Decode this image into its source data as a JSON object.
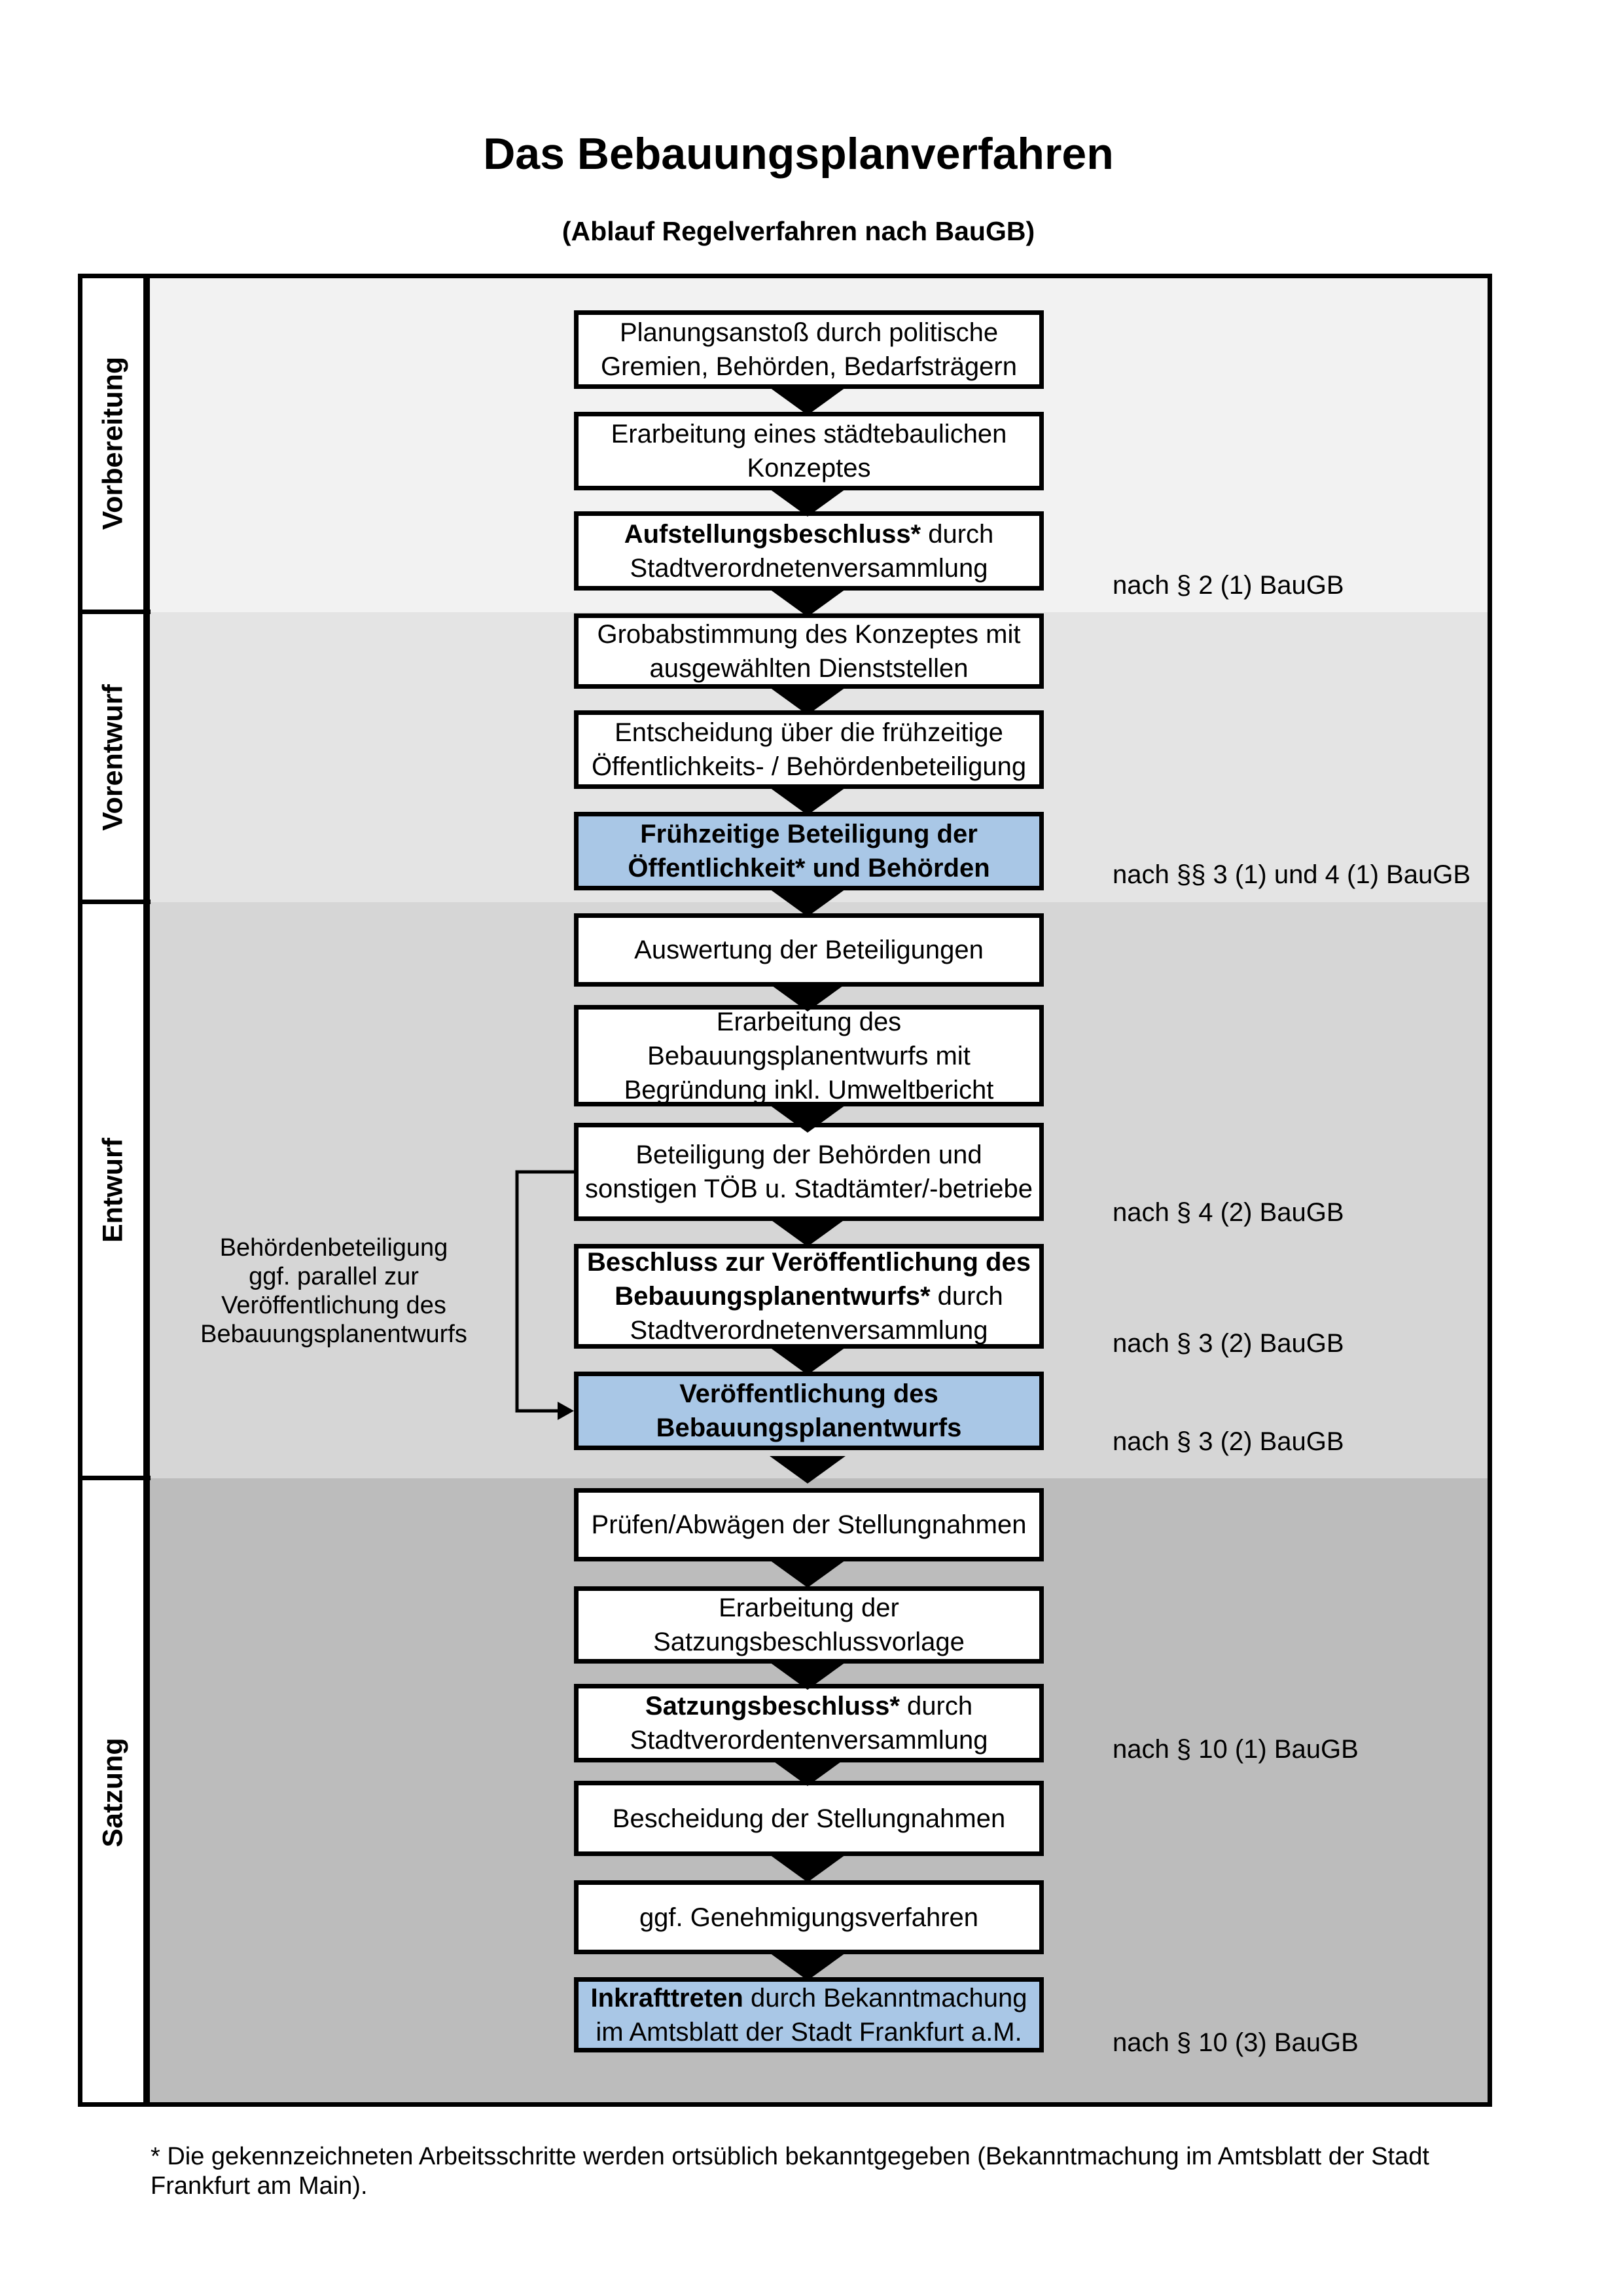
{
  "page": {
    "title": "Das Bebauungsplanverfahren",
    "subtitle": "(Ablauf Regelverfahren nach BauGB)",
    "footnote": "* Die gekennzeichneten Arbeitsschritte werden ortsüblich bekanntgegeben (Bekanntmachung im Amtsblatt  der Stadt\nFrankfurt am Main)."
  },
  "colors": {
    "highlight_blue": "#a9c7e6",
    "box_white": "#ffffff",
    "border_black": "#000000",
    "section_vorbereitung": "#f2f2f2",
    "section_vorentwurf": "#e4e4e4",
    "section_entwurf": "#d6d6d6",
    "section_satzung": "#bcbcbc"
  },
  "sections": [
    {
      "label": "Vorbereitung"
    },
    {
      "label": "Vorentwurf"
    },
    {
      "label": "Entwurf"
    },
    {
      "label": "Satzung"
    }
  ],
  "boxes": [
    {
      "name": "planungsanstoss",
      "highlight": false,
      "segments": [
        {
          "text": "Planungsanstoß durch politische\nGremien, Behörden, Bedarfsträgern",
          "bold": false
        }
      ]
    },
    {
      "name": "staedtebauliches-konzept",
      "highlight": false,
      "segments": [
        {
          "text": "Erarbeitung eines städtebaulichen\nKonzeptes",
          "bold": false
        }
      ]
    },
    {
      "name": "aufstellungsbeschluss",
      "highlight": false,
      "segments": [
        {
          "text": "Aufstellungsbeschluss*",
          "bold": true
        },
        {
          "text": " durch\nStadtverordnetenversammlung",
          "bold": false
        }
      ]
    },
    {
      "name": "grobabstimmung",
      "highlight": false,
      "segments": [
        {
          "text": "Grobabstimmung des Konzeptes mit\nausgewählten Dienststellen",
          "bold": false
        }
      ]
    },
    {
      "name": "entscheidung-fruehzeitige-beteiligung",
      "highlight": false,
      "segments": [
        {
          "text": "Entscheidung über die frühzeitige\nÖffentlichkeits- / Behördenbeteiligung",
          "bold": false
        }
      ]
    },
    {
      "name": "fruehzeitige-beteiligung",
      "highlight": true,
      "segments": [
        {
          "text": "Frühzeitige Beteiligung der\nÖffentlichkeit* und Behörden",
          "bold": true
        }
      ]
    },
    {
      "name": "auswertung-beteiligungen",
      "highlight": false,
      "segments": [
        {
          "text": "Auswertung der Beteiligungen",
          "bold": false
        }
      ]
    },
    {
      "name": "erarbeitung-bebauungsplanentwurf",
      "highlight": false,
      "segments": [
        {
          "text": "Erarbeitung des\nBebauungsplanentwurfs mit\nBegründung inkl. Umweltbericht",
          "bold": false
        }
      ]
    },
    {
      "name": "beteiligung-behoerden-toeb",
      "highlight": false,
      "segments": [
        {
          "text": "Beteiligung der Behörden und\nsonstigen TÖB u. Stadtämter/-betriebe",
          "bold": false
        }
      ]
    },
    {
      "name": "beschluss-veroeffentlichung",
      "highlight": false,
      "segments": [
        {
          "text": "Beschluss zur Veröffentlichung des\nBebauungsplanentwurfs*",
          "bold": true
        },
        {
          "text": " durch\nStadtverordnetenversammlung",
          "bold": false
        }
      ]
    },
    {
      "name": "veroeffentlichung-entwurf",
      "highlight": true,
      "segments": [
        {
          "text": "Veröffentlichung des\nBebauungsplanentwurfs",
          "bold": true
        }
      ]
    },
    {
      "name": "pruefen-abwaegen",
      "highlight": false,
      "segments": [
        {
          "text": "Prüfen/Abwägen der Stellungnahmen",
          "bold": false
        }
      ]
    },
    {
      "name": "satzungsbeschlussvorlage",
      "highlight": false,
      "segments": [
        {
          "text": "Erarbeitung der\nSatzungsbeschlussvorlage",
          "bold": false
        }
      ]
    },
    {
      "name": "satzungsbeschluss",
      "highlight": false,
      "segments": [
        {
          "text": "Satzungsbeschluss*",
          "bold": true
        },
        {
          "text": " durch\nStadtverordentenversammlung",
          "bold": false
        }
      ]
    },
    {
      "name": "bescheidung-stellungnahmen",
      "highlight": false,
      "segments": [
        {
          "text": "Bescheidung der Stellungnahmen",
          "bold": false
        }
      ]
    },
    {
      "name": "genehmigungsverfahren",
      "highlight": false,
      "segments": [
        {
          "text": "ggf. Genehmigungsverfahren",
          "bold": false
        }
      ]
    },
    {
      "name": "inkrafttreten",
      "highlight": true,
      "segments": [
        {
          "text": "Inkrafttreten",
          "bold": true
        },
        {
          "text": " durch Bekanntmachung\nim Amtsblatt der Stadt Frankfurt a.M.",
          "bold": false
        }
      ]
    }
  ],
  "refs": [
    {
      "text": "nach § 2 (1) BauGB"
    },
    {
      "text": "nach §§ 3 (1) und 4 (1) BauGB"
    },
    {
      "text": "nach § 4 (2) BauGB"
    },
    {
      "text": "nach § 3 (2) BauGB"
    },
    {
      "text": "nach § 3 (2) BauGB"
    },
    {
      "text": "nach § 10 (1) BauGB"
    },
    {
      "text": "nach § 10 (3) BauGB"
    }
  ],
  "note": {
    "text": "Behördenbeteiligung\nggf. parallel zur\nVeröffentlichung des\nBebauungsplanentwurfs"
  }
}
